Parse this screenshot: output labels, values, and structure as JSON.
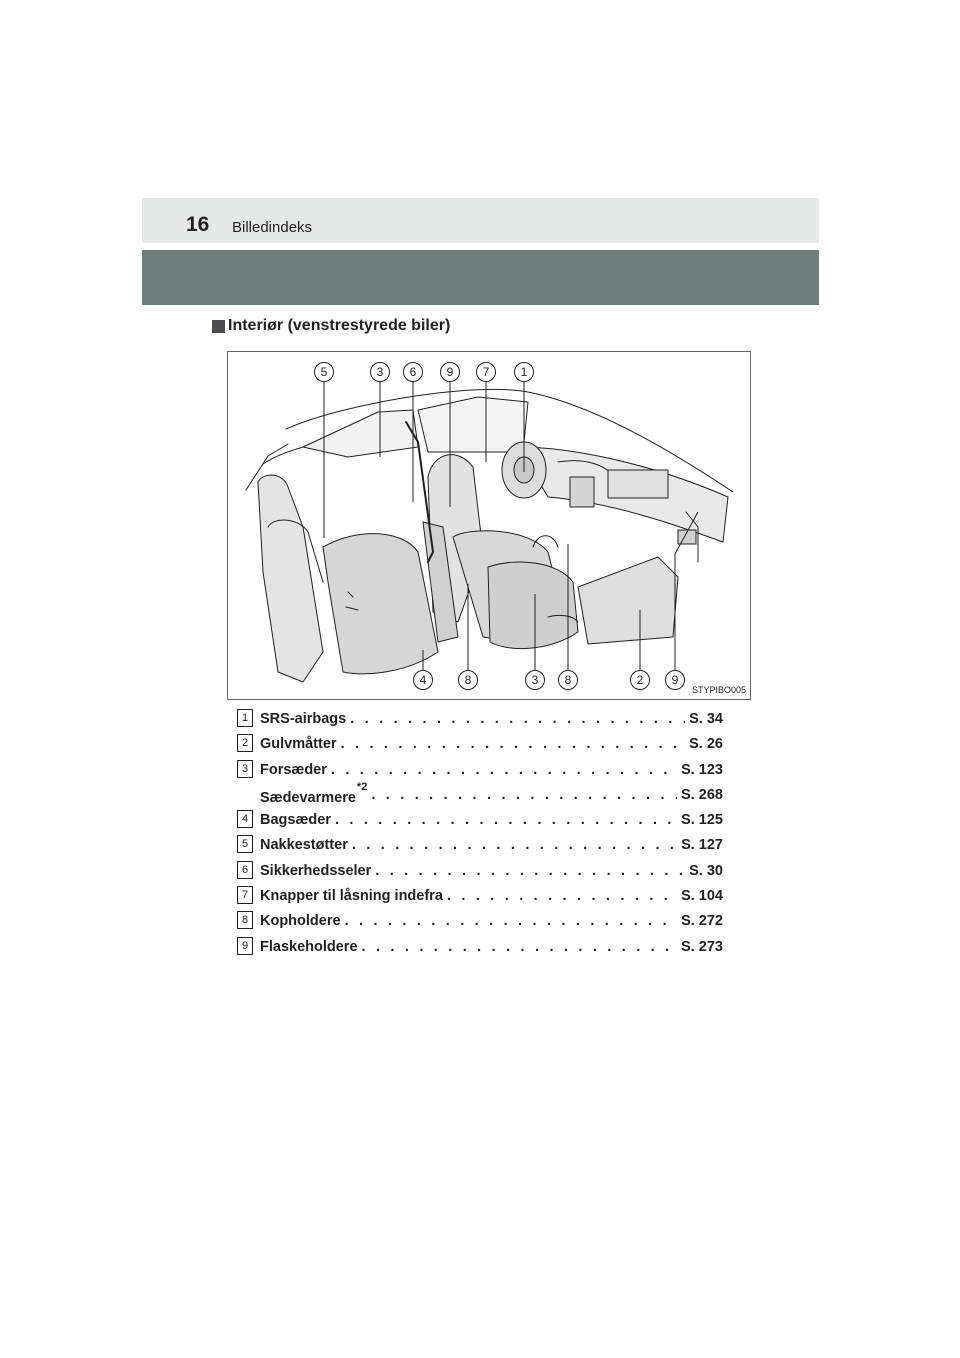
{
  "header": {
    "page_number": "16",
    "section": "Billedindeks"
  },
  "subheading": "Interiør (venstrestyrede biler)",
  "figure": {
    "code": "STYPIBO005",
    "top_callouts": [
      "5",
      "3",
      "6",
      "9",
      "7",
      "1"
    ],
    "bottom_callouts": [
      "4",
      "8",
      "3",
      "8",
      "2",
      "9"
    ]
  },
  "items": [
    {
      "num": "1",
      "label": "SRS-airbags",
      "page": "S. 34"
    },
    {
      "num": "2",
      "label": "Gulvmåtter",
      "page": "S. 26"
    },
    {
      "num": "3",
      "label": "Forsæder",
      "page": "S. 123"
    },
    {
      "num": "",
      "label": "Sædevarmere",
      "sup": "*2",
      "page": "S. 268"
    },
    {
      "num": "4",
      "label": "Bagsæder",
      "page": "S. 125"
    },
    {
      "num": "5",
      "label": "Nakkestøtter",
      "page": "S. 127"
    },
    {
      "num": "6",
      "label": "Sikkerhedsseler",
      "page": "S. 30"
    },
    {
      "num": "7",
      "label": "Knapper til låsning indefra",
      "page": "S. 104"
    },
    {
      "num": "8",
      "label": "Kopholdere",
      "page": "S. 272"
    },
    {
      "num": "9",
      "label": "Flaskeholdere",
      "page": "S. 273"
    }
  ]
}
